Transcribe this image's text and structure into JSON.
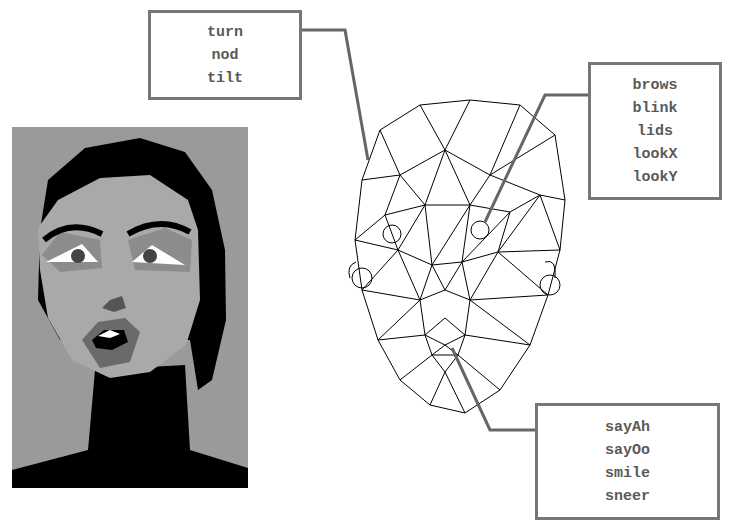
{
  "diagram": {
    "nodes": [
      {
        "text": [
          "turn",
          "nod",
          "tilt"
        ]
      },
      {
        "text": [
          "brows",
          "blink",
          "lids",
          "lookX",
          "lookY"
        ]
      },
      {
        "text": [
          "sayAh",
          "sayOo",
          "smile",
          "sneer"
        ]
      }
    ]
  }
}
